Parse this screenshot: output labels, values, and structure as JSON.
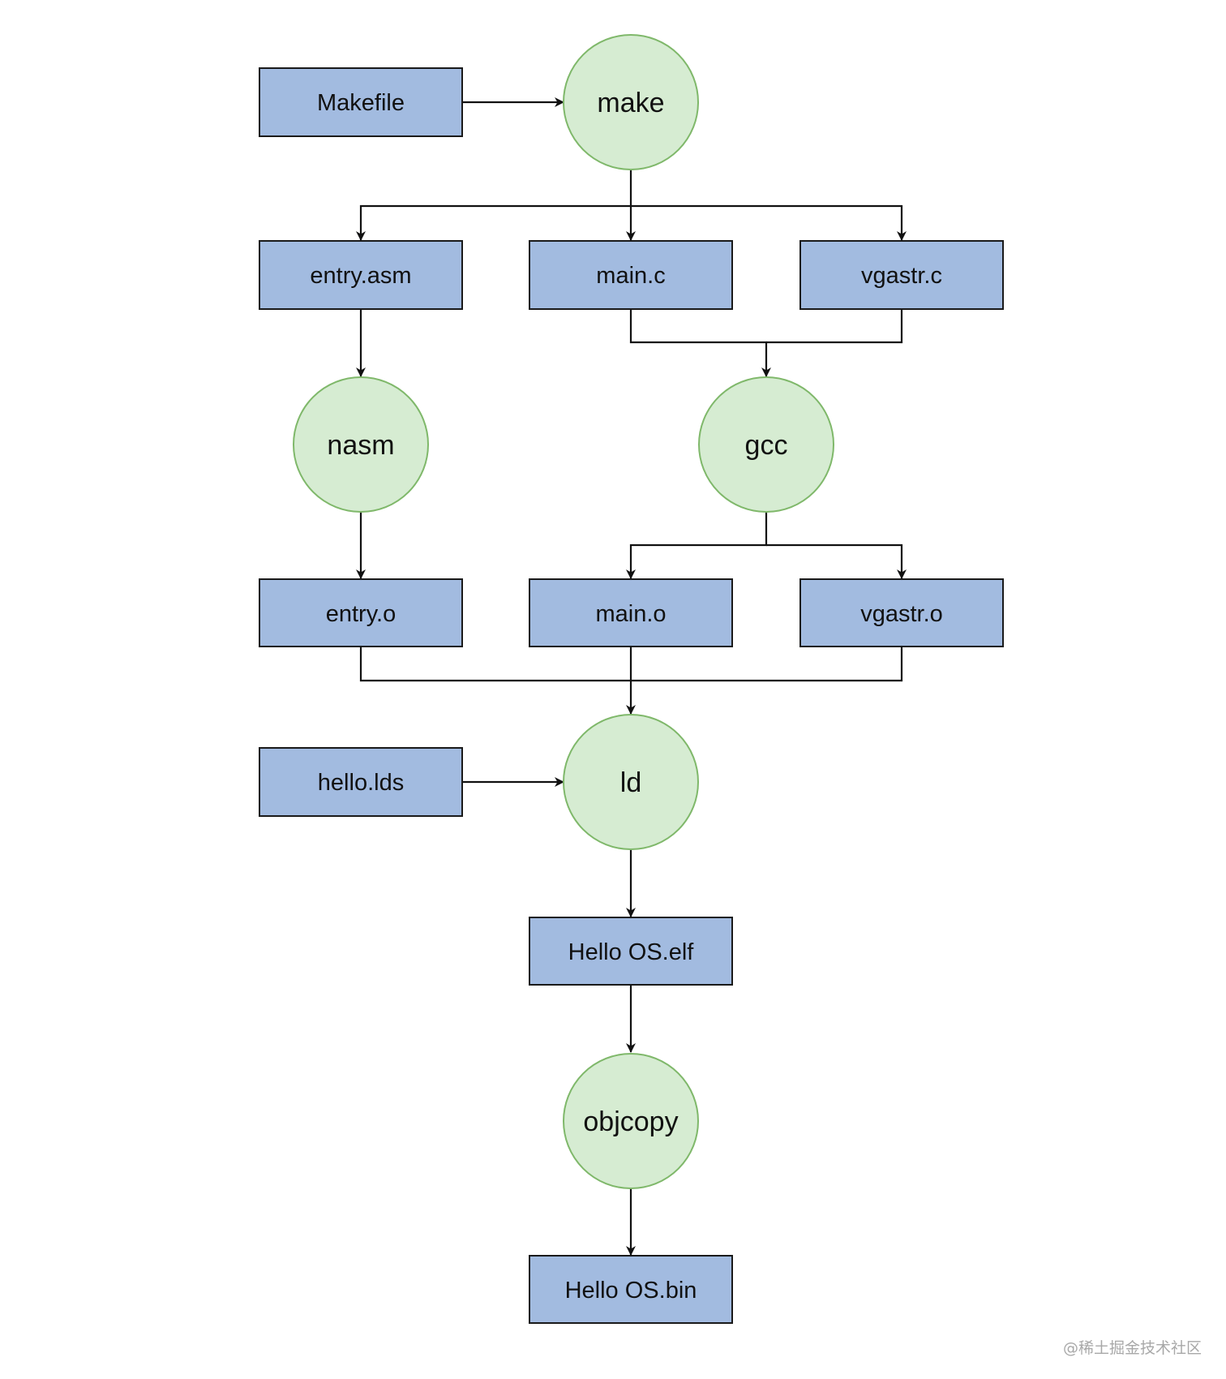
{
  "diagram": {
    "files": {
      "makefile": "Makefile",
      "entry_asm": "entry.asm",
      "main_c": "main.c",
      "vgastr_c": "vgastr.c",
      "entry_o": "entry.o",
      "main_o": "main.o",
      "vgastr_o": "vgastr.o",
      "hello_lds": "hello.lds",
      "hello_elf": "Hello OS.elf",
      "hello_bin": "Hello OS.bin"
    },
    "tools": {
      "make": "make",
      "nasm": "nasm",
      "gcc": "gcc",
      "ld": "ld",
      "objcopy": "objcopy"
    },
    "colors": {
      "file_fill": "#a2bbe0",
      "file_border": "#1a1a1a",
      "tool_fill": "#d6ecd2",
      "tool_border": "#7fb86a",
      "edge": "#111111"
    }
  },
  "watermark": "@稀土掘金技术社区"
}
